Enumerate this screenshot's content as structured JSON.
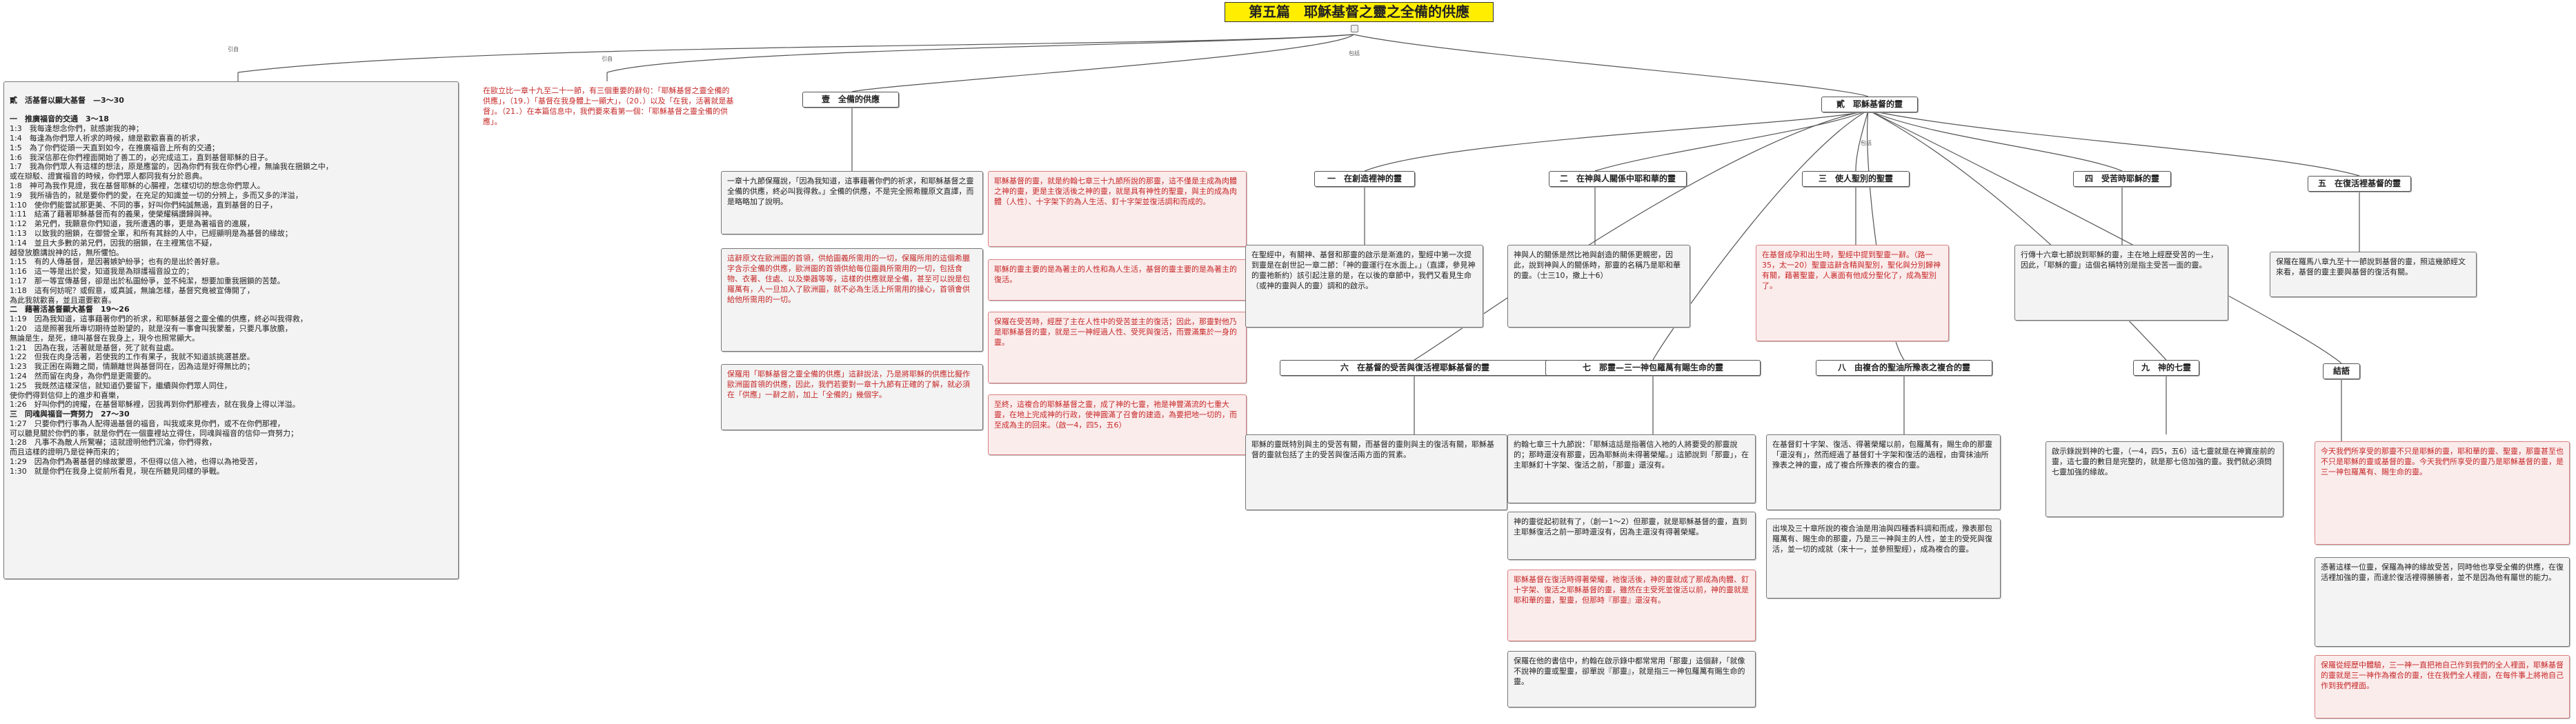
{
  "root": {
    "title": "第五篇　耶穌基督之靈之全備的供應"
  },
  "links": {
    "left": "引自",
    "mid": "引自",
    "right": "包括",
    "sub": "包括"
  },
  "ref_box": {
    "heading": "貳　活基督以顯大基督　—3～30",
    "lines": [
      "一　推廣福音的交通　3～18",
      "1:3　我每逢想念你們，就感謝我的神；",
      "1:4　每逢為你們眾人祈求的時候，總是歡歡喜喜的祈求，",
      "1:5　為了你們從頭一天直到如今，在推廣福音上所有的交通；",
      "1:6　我深信那在你們裡面開始了善工的，必完成這工，直到基督耶穌的日子。",
      "1:7　我為你們眾人有這樣的想法，原是應當的，因為你們有我在你們心裡，無論我在捆鎖之中，",
      "或在辯駁、證實福音的時候，你們眾人都同我有分於恩典。",
      "1:8　神可為我作見證，我在基督耶穌的心腸裡，怎樣切切的想念你們眾人。",
      "1:9　我所禱告的，就是要你們的愛，在充足的知識並一切的分辨上，多而又多的洋溢，",
      "1:10　使你們能嘗試那更美、不同的事，好叫你們純誠無過，直到基督的日子，",
      "1:11　結滿了藉著耶穌基督而有的義果，使榮耀稱讚歸與神。",
      "1:12　弟兄們，我願意你們知道，我所遭遇的事，更是為著福音的進展，",
      "1:13　以致我的捆鎖，在御營全軍，和所有其餘的人中，已經顯明是為基督的緣故；",
      "1:14　並且大多數的弟兄們，因我的捆鎖，在主裡篤信不疑，",
      "越發放膽講說神的話，無所懼怕。",
      "1:15　有的人傳基督，是因著嫉妒紛爭；也有的是出於善好意。",
      "1:16　這一等是出於愛，知道我是為辯護福音設立的；",
      "1:17　那一等宣傳基督，卻是出於私圖紛爭，並不純潔，想要加重我捆鎖的苦楚。",
      "1:18　這有何妨呢？或假意，或真誠，無論怎樣，基督究竟被宣傳開了，",
      "為此我就歡喜，並且還要歡喜。",
      "二　藉著活基督顯大基督　19～26",
      "1:19　因為我知道，這事藉著你們的祈求，和耶穌基督之靈全備的供應，終必叫我得救，",
      "1:20　這是照著我所專切期待並盼望的，就是沒有一事會叫我蒙羞，只要凡事放膽，",
      "無論是生，是死，總叫基督在我身上，現今也照常顯大。",
      "1:21　因為在我，活著就是基督，死了就有益處。",
      "1:22　但我在肉身活著，若使我的工作有果子，我就不知道該挑選甚麼。",
      "1:23　我正困在兩難之間，情願離世與基督同在，因為這是好得無比的；",
      "1:24　然而留在肉身，為你們是更需要的。",
      "1:25　我既然這樣深信，就知道仍要留下，繼續與你們眾人同住，",
      "使你們得到信仰上的進步和喜樂，",
      "1:26　好叫你們的誇耀，在基督耶穌裡，因我再到你們那裡去，就在我身上得以洋溢。",
      "三　同魂與福音一齊努力　27～30",
      "1:27　只要你們行事為人配得過基督的福音，叫我或來見你們，或不在你們那裡，",
      "可以聽見關於你們的事，就是你們在一個靈裡站立得住，同魂與福音的信仰一齊努力；",
      "1:28　凡事不為敵人所驚嚇；這就證明他們沉淪，你們得救，",
      "而且這樣的證明乃是從神而來的；",
      "1:29　因為你們為著基督的緣故蒙恩，不但得以信入祂，也得以為祂受苦，",
      "1:30　就是你們在我身上從前所看見，現在所聽見同樣的爭戰。"
    ]
  },
  "intro": "在歐立比一章十九至二十一節，有三個重要的辭句：「耶穌基督之靈全備的供應」，（19．）「基督在我身體上一顯大」，（20．）以及「在我，活著就是基督」。（21．）在本篇信息中，我們要來看第一個：「耶穌基督之靈全備的供應」。",
  "s1": {
    "heading": "壹　全備的供應",
    "box1": "一章十九節保羅說，「因為我知道，這事藉著你們的祈求，和耶穌基督之靈全備的供應，終必叫我得救。」全備的供應，不是完全照希臘原文直譯，而是略略加了說明。",
    "box2": "這辭原文在歐洲圖的首領，供給圖義所需用的一切，保羅所用的這個希臘字含示全備的供應，歐洲圖的首領供給每位圖員所需用的一切，包括食物、衣著、住處、以及樂器等等，這樣的供應就是全備，甚至可以說是包羅萬有，人一旦加入了歐洲圖，就不必為生活上所需用的操心，首領會供給他所需用的一切。",
    "box3": "保羅用「耶穌基督之靈全備的供應」這辭說法，乃是將耶穌的供應比擬作歐洲圖首領的供應，因此，我們若要對一章十九節有正確的了解，就必須在「供應」一辭之前，加上「全備的」幾個字。"
  },
  "s2": {
    "heading": "貳　耶穌基督的靈",
    "box_a": "耶穌基督的靈，就是約翰七章三十九節所說的那靈，這不僅是主成為肉體之神的靈，更是主復活後之神的靈，就是具有神性的聖靈，與主的成為肉體（人性）、十字架下的為人生活、釘十字架並復活調和而成的。",
    "box_b": "耶穌的靈主要的是為著主的人性和為人生活，基督的靈主要的是為著主的復活。",
    "box_c": "保羅在受苦時，經歷了主在人性中的受苦並主的復活；因此，那靈對他乃是耶穌基督的靈，就是三一神經過人性、受死與復活，而豐滿集於一身的靈。",
    "box_d": "至終，這複合的耶穌基督之靈，成了神的七靈，祂是神豐滿流的七重大靈，在地上完成神的行政，使神圓滿了召會的建造，為要把地一切的，而至成為主的回來。（啟一4，四5，五6）"
  },
  "subs": [
    {
      "heading": "一　在創造裡神的靈",
      "text": "在聖經中，有關神、基督和那靈的啟示是漸進的，聖經中第一次提到靈是在創世記一章二節：「神的靈運行在水面上。」（直譯，參見神的靈祂新約）該引起注意的是，在以後的章節中，我們又看見生命（或神的靈與人的靈）調和的啟示。"
    },
    {
      "heading": "二　在神與人關係中耶和華的靈",
      "text": "神與人的關係是然比祂與創造的關係更親密，因此，說到神與人的關係時，那靈的名稱乃是耶和華的靈。（士三10，撒上十6）"
    },
    {
      "heading": "三　使人聖別的聖靈",
      "text": "在基督成孕和出生時，聖經中提到聖靈一辭。（路一35，太一20）聖靈這辭含精與聖別，聖化與分別歸神有關，藉著聖靈，人裏面有他成分聖化了，成為聖別了。"
    },
    {
      "heading": "四　受苦時耶穌的靈",
      "text": "行傳十六章七節說到耶穌的靈，主在地上經歷受苦的一生，因此，「耶穌的靈」這個名稱特別是指主受苦一面的靈。"
    },
    {
      "heading": "五　在復活裡基督的靈",
      "text": "保羅在羅馬八章九至十一節說到基督的靈，照這幾節經文來看，基督的靈主要與基督的復活有關。"
    },
    {
      "heading": "六　在基督的受苦與復活裡耶穌基督的靈",
      "text": "耶穌的靈既特別與主的受苦有關，而基督的靈則與主的復活有關，耶穌基督的靈就包括了主的受苦與復活兩方面的質素。"
    },
    {
      "heading": "七　那靈—三一神包羅萬有賜生命的靈",
      "text": "約翰七章三十九節說：「耶穌這話是指著信入祂的人將要受的那靈說的；那時還沒有那靈，因為耶穌尚未得著榮耀。」這節說到「那靈」，在主耶穌釘十字架、復活之前，「那靈」還沒有。"
    },
    {
      "heading": "八　由複合的聖油所豫表之複合的靈",
      "text": "在基督釘十字架、復活、得著榮耀以前，包羅萬有，賜生命的那靈「還沒有」，然而經過了基督釘十字架和復活的過程，由膏抹油所豫表之神的靈，成了複合所豫表的複合的靈。"
    },
    {
      "heading": "九　神的七靈",
      "text": "啟示錄說到神的七靈，（一4，四5，五6）這七靈就是在神寶座前的靈，這七靈的數目是完整的，就是那七倍加強的靈。我們就必須問七靈加強的緣故。"
    },
    {
      "heading": "結語",
      "text": "今天我們所享受的那靈不只是耶穌的靈，耶和華的靈、聖靈，那靈甚至也不只是耶穌的靈或基督的靈。今天我們所享受的靈乃是耶穌基督的靈，是三一神包羅萬有、賜生命的靈。"
    }
  ],
  "sub7_box2": "神的靈從起初就有了，（創一1～2）但那靈，就是耶穌基督的靈，直到主耶穌復活之前一那時還沒有，因為主還沒有得著榮耀。",
  "sub7_box3": "耶穌基督在復活時得著榮耀，祂復活後，神的靈就成了那成為肉體、釘十字架、復活之耶穌基督的靈，雖然在主受死並復活以前，神的靈就是耶和華的靈，聖靈，但那時『那靈』還沒有。",
  "sub7_box4": "保羅在他的書信中，約翰在啟示錄中都常常用「那靈」這個辭，「就像不說神的靈或聖靈，卻單說『那靈』，就是指三一神包羅萬有賜生命的靈。",
  "sub8_box2": "出埃及三十章所說的複合油是用油與四種香料調和而成，豫表那包羅萬有、賜生命的那靈，乃是三一神與主的人性，並主的受死與復活，並一切的成就（來十一，並參照聖經），成為複合的靈。",
  "end_box2": "憑著這樣一位靈，保羅為神的緣故受苦，同時他也享受全備的供應，在復活裡加強的靈，而達於復活裡得勝勝者，並不是因為他有屬世的能力。",
  "end_box3": "保羅從經歷中體驗，三一神一直把祂自己作到我們的全人裡面，耶穌基督的靈就是三一神作為複合的靈，住在我們全人裡面，在每件事上將祂自己作到我們裡面。"
}
